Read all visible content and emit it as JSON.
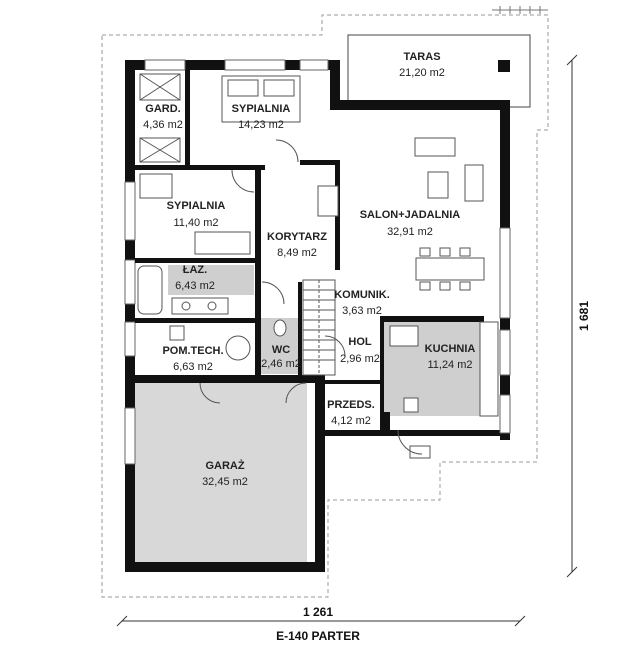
{
  "rooms": {
    "taras": {
      "name": "TARAS",
      "area": "21,20 m2"
    },
    "gard": {
      "name": "GARD.",
      "area": "4,36 m2"
    },
    "sypialnia1": {
      "name": "SYPIALNIA",
      "area": "14,23 m2"
    },
    "sypialnia2": {
      "name": "SYPIALNIA",
      "area": "11,40 m2"
    },
    "salon": {
      "name": "SALON+JADALNIA",
      "area": "32,91 m2"
    },
    "korytarz": {
      "name": "KORYTARZ",
      "area": "8,49 m2"
    },
    "laz": {
      "name": "ŁAZ.",
      "area": "6,43 m2"
    },
    "komunik": {
      "name": "KOMUNIK.",
      "area": "3,63 m2"
    },
    "pomtech": {
      "name": "POM.TECH.",
      "area": "6,63 m2"
    },
    "wc": {
      "name": "WC",
      "area": "2,46 m2"
    },
    "hol": {
      "name": "HOL",
      "area": "2,96 m2"
    },
    "kuchnia": {
      "name": "KUCHNIA",
      "area": "11,24 m2"
    },
    "przeds": {
      "name": "PRZEDS.",
      "area": "4,12 m2"
    },
    "garaz": {
      "name": "GARAŻ",
      "area": "32,45 m2"
    }
  },
  "dimensions": {
    "width": "1 261",
    "depth": "1 681"
  },
  "caption": "E-140 PARTER"
}
